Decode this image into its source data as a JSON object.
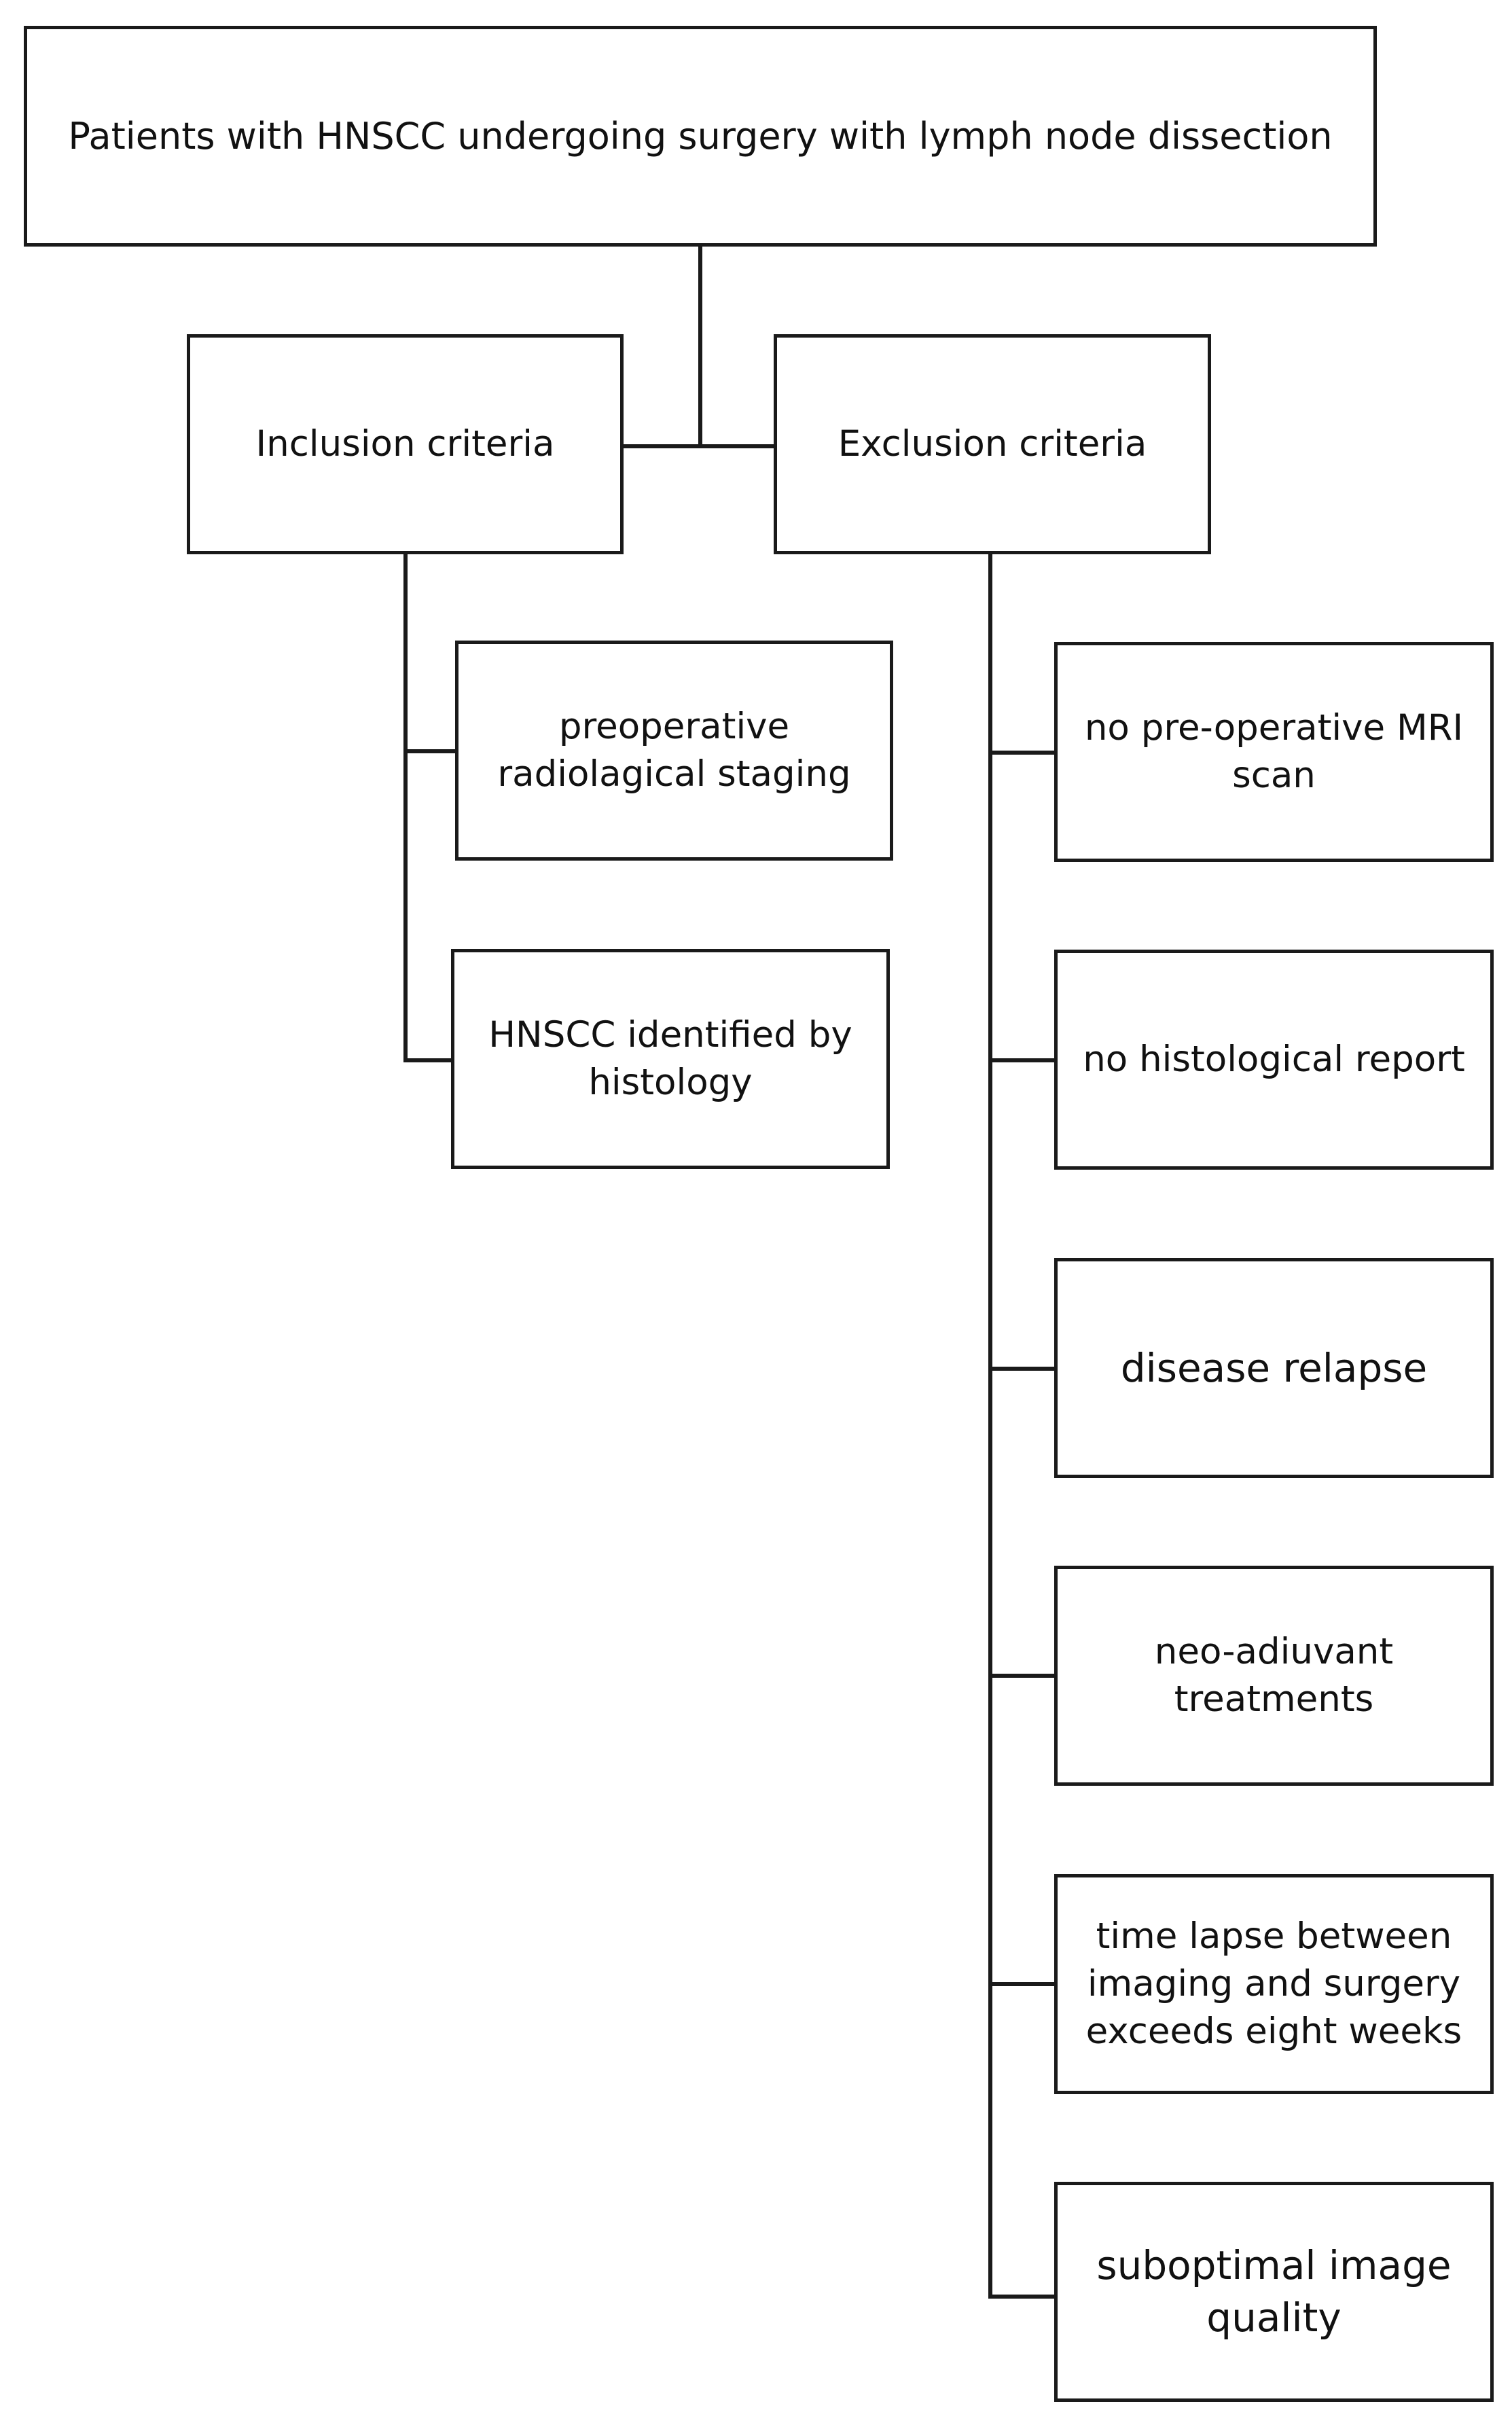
{
  "root": {
    "text": "Patients with HNSCC undergoing surgery with lymph node dissection"
  },
  "inclusion": {
    "title": "Inclusion criteria",
    "items": [
      "preoperative radiolagical staging",
      "HNSCC identified by histology"
    ]
  },
  "exclusion": {
    "title": "Exclusion criteria",
    "items": [
      "no pre-operative MRI scan",
      "no histological report",
      "disease relapse",
      "neo-adiuvant treatments",
      "time lapse between imaging and surgery exceeds eight weeks",
      "suboptimal image quality"
    ]
  }
}
